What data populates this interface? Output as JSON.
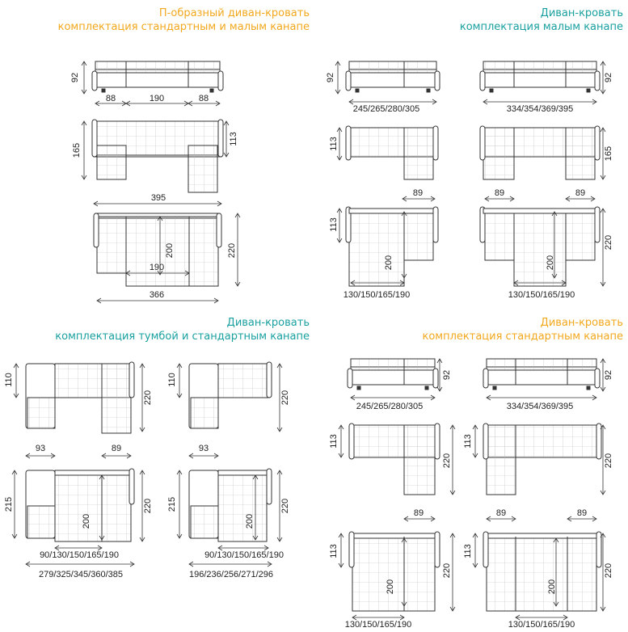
{
  "colors": {
    "orange": "#F2A81D",
    "teal": "#1AA0A0",
    "line": "#333333",
    "grid": "#BBBBBB"
  },
  "panel_tl": {
    "title_1": "П-образный диван-кровать",
    "title_2": "комплектация стандартным и малым канапе",
    "dims": {
      "d92": "92",
      "d88a": "88",
      "d190": "190",
      "d88b": "88",
      "d165": "165",
      "d113": "113",
      "d395": "395",
      "d200": "200",
      "d190b": "190",
      "d220": "220",
      "d366": "366"
    }
  },
  "panel_tr": {
    "title_1": "Диван-кровать",
    "title_2": "комплектация малым канапе",
    "dims": {
      "a92": "92",
      "b92": "92",
      "aw": "245/265/280/305",
      "bw": "334/354/369/395",
      "a113": "113",
      "b165": "165",
      "a89": "89",
      "b89a": "89",
      "b89b": "89",
      "a113b": "113",
      "b220": "220",
      "a200": "200",
      "b200": "200",
      "aw2": "130/150/165/190",
      "bw2": "130/150/165/190"
    }
  },
  "panel_bl": {
    "title_1": "Диван-кровать",
    "title_2": "комплектация тумбой и стандартным канапе",
    "dims": {
      "a110": "110",
      "a220": "220",
      "b110": "110",
      "b220": "220",
      "a93": "93",
      "a89": "89",
      "b93": "93",
      "a215": "215",
      "a220b": "220",
      "b215": "215",
      "b220b": "220",
      "a200": "200",
      "b200": "200",
      "aw1": "90/130/150/165/190",
      "bw1": "90/130/150/165/190",
      "aw2": "279/325/345/360/385",
      "bw2": "196/236/256/271/296"
    }
  },
  "panel_br": {
    "title_1": "Диван-кровать",
    "title_2": "комплектация стандартным канапе",
    "dims": {
      "a92": "92",
      "b92": "92",
      "aw": "245/265/280/305",
      "bw": "334/354/369/395",
      "a113": "113",
      "a220": "220",
      "b113": "113",
      "b220": "220",
      "a89": "89",
      "b89a": "89",
      "b89b": "89",
      "a113b": "113",
      "a220b": "220",
      "b113b": "113",
      "b220b": "220",
      "a200": "200",
      "b200": "200",
      "aw2": "130/150/165/190",
      "bw2": "130/150/165/190"
    }
  }
}
